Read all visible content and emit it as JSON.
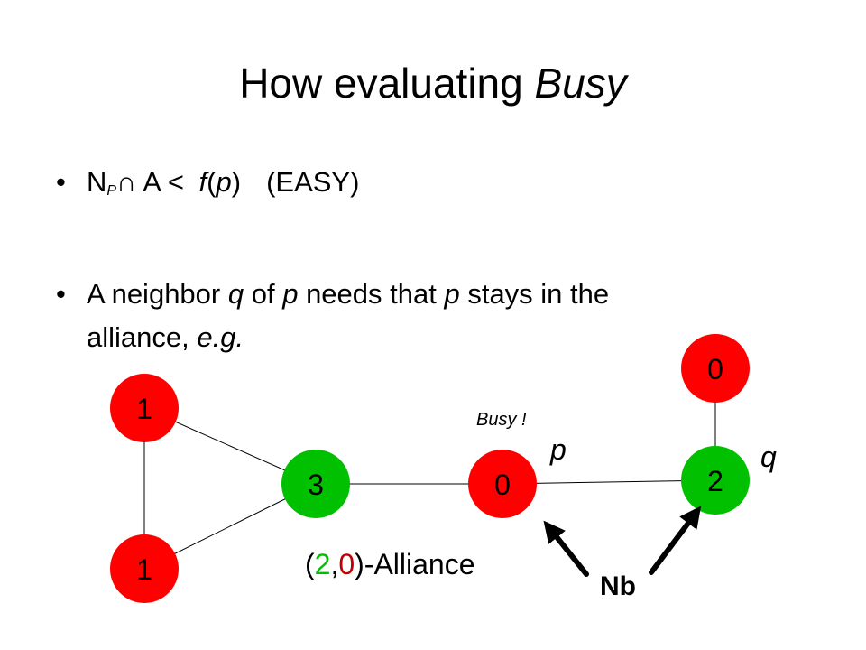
{
  "title": {
    "main": "How evaluating ",
    "emph": "Busy"
  },
  "bullets": {
    "b1": {
      "n": "N",
      "sub": "P",
      "cap_a": "∩ A < ",
      "f": "f",
      "paren_open": "(",
      "p": "p",
      "paren_close": ")",
      "easy": "(EASY)"
    },
    "b2": {
      "t1": "A neighbor ",
      "q": "q",
      "t2": " of ",
      "p1": "p",
      "t3": " needs that ",
      "p2": "p",
      "t4": " stays in the",
      "line2": "alliance, ",
      "eg": "e.g."
    }
  },
  "graph": {
    "nodes": [
      {
        "id": "n1_top",
        "label": "1",
        "state": "red"
      },
      {
        "id": "n1_bot",
        "label": "1",
        "state": "red"
      },
      {
        "id": "n3",
        "label": "3",
        "state": "green"
      },
      {
        "id": "n0_p",
        "label": "0",
        "state": "red"
      },
      {
        "id": "n2_q",
        "label": "2",
        "state": "green"
      },
      {
        "id": "n0_top",
        "label": "0",
        "state": "red"
      }
    ],
    "busy_label": "Busy !",
    "p_label": "p",
    "q_label": "q",
    "nb_label": "Nb",
    "alliance": {
      "open": "(",
      "num1": "2",
      "comma": ",",
      "num2": "0",
      "close": ")-Alliance"
    }
  },
  "colors": {
    "red": "#ff0000",
    "green": "#00c000",
    "dark_red": "#c00000"
  }
}
